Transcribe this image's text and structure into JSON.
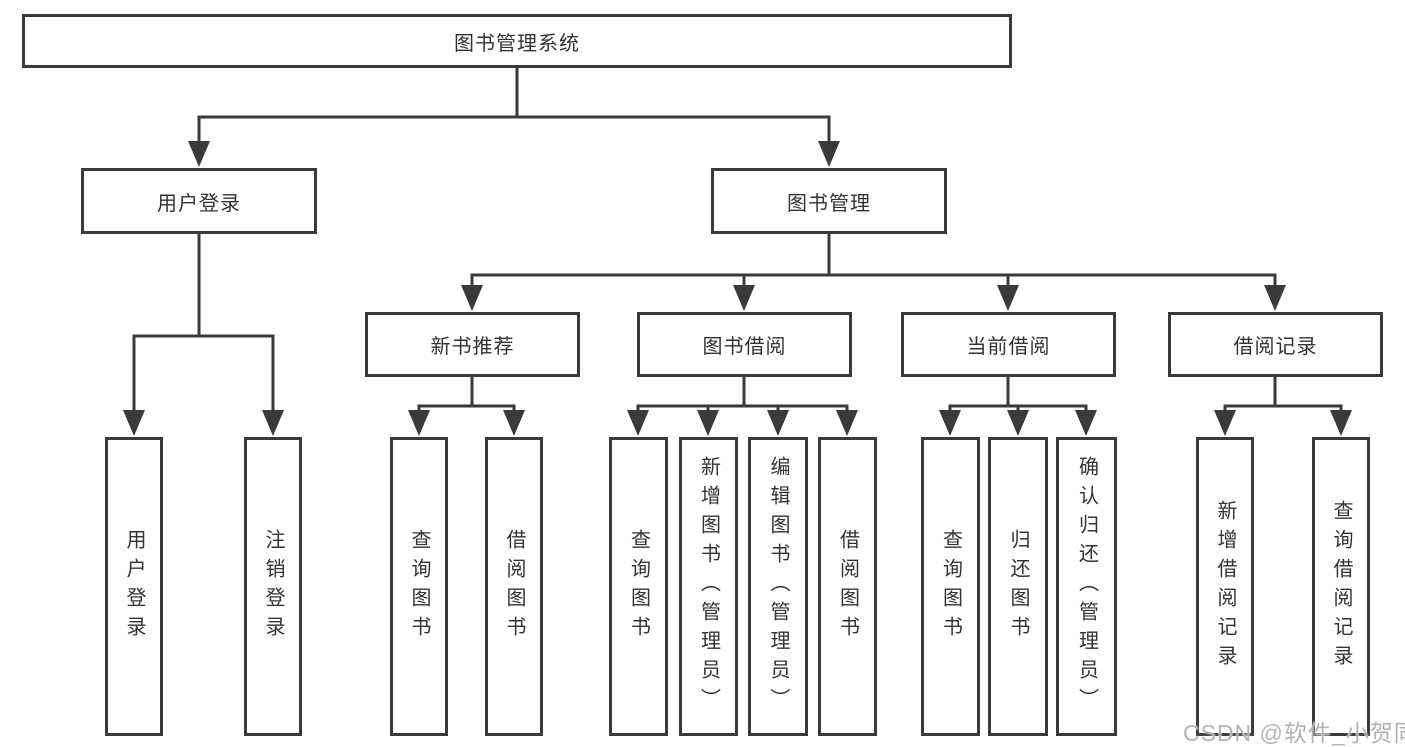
{
  "diagram": {
    "root": {
      "label": "图书管理系统"
    },
    "level2": {
      "login": {
        "label": "用户登录"
      },
      "management": {
        "label": "图书管理"
      }
    },
    "level3": {
      "recommend": {
        "label": "新书推荐"
      },
      "borrow": {
        "label": "图书借阅"
      },
      "current": {
        "label": "当前借阅"
      },
      "records": {
        "label": "借阅记录"
      }
    },
    "leaves": {
      "login": [
        {
          "label": "用户登录"
        },
        {
          "label": "注销登录"
        }
      ],
      "recommend": [
        {
          "label": "查询图书"
        },
        {
          "label": "借阅图书"
        }
      ],
      "borrow": [
        {
          "label": "查询图书"
        },
        {
          "label": "新增图书（管理员）"
        },
        {
          "label": "编辑图书（管理员）"
        },
        {
          "label": "借阅图书"
        }
      ],
      "current": [
        {
          "label": "查询图书"
        },
        {
          "label": "归还图书"
        },
        {
          "label": "确认归还（管理员）"
        }
      ],
      "records": [
        {
          "label": "新增借阅记录"
        },
        {
          "label": "查询借阅记录"
        }
      ]
    }
  },
  "watermark": {
    "text": "CSDN @软件_小贺同学"
  },
  "colors": {
    "line": "#3a3a3a",
    "text": "#333333",
    "watermark": "#b3b3b3",
    "background": "#ffffff"
  }
}
